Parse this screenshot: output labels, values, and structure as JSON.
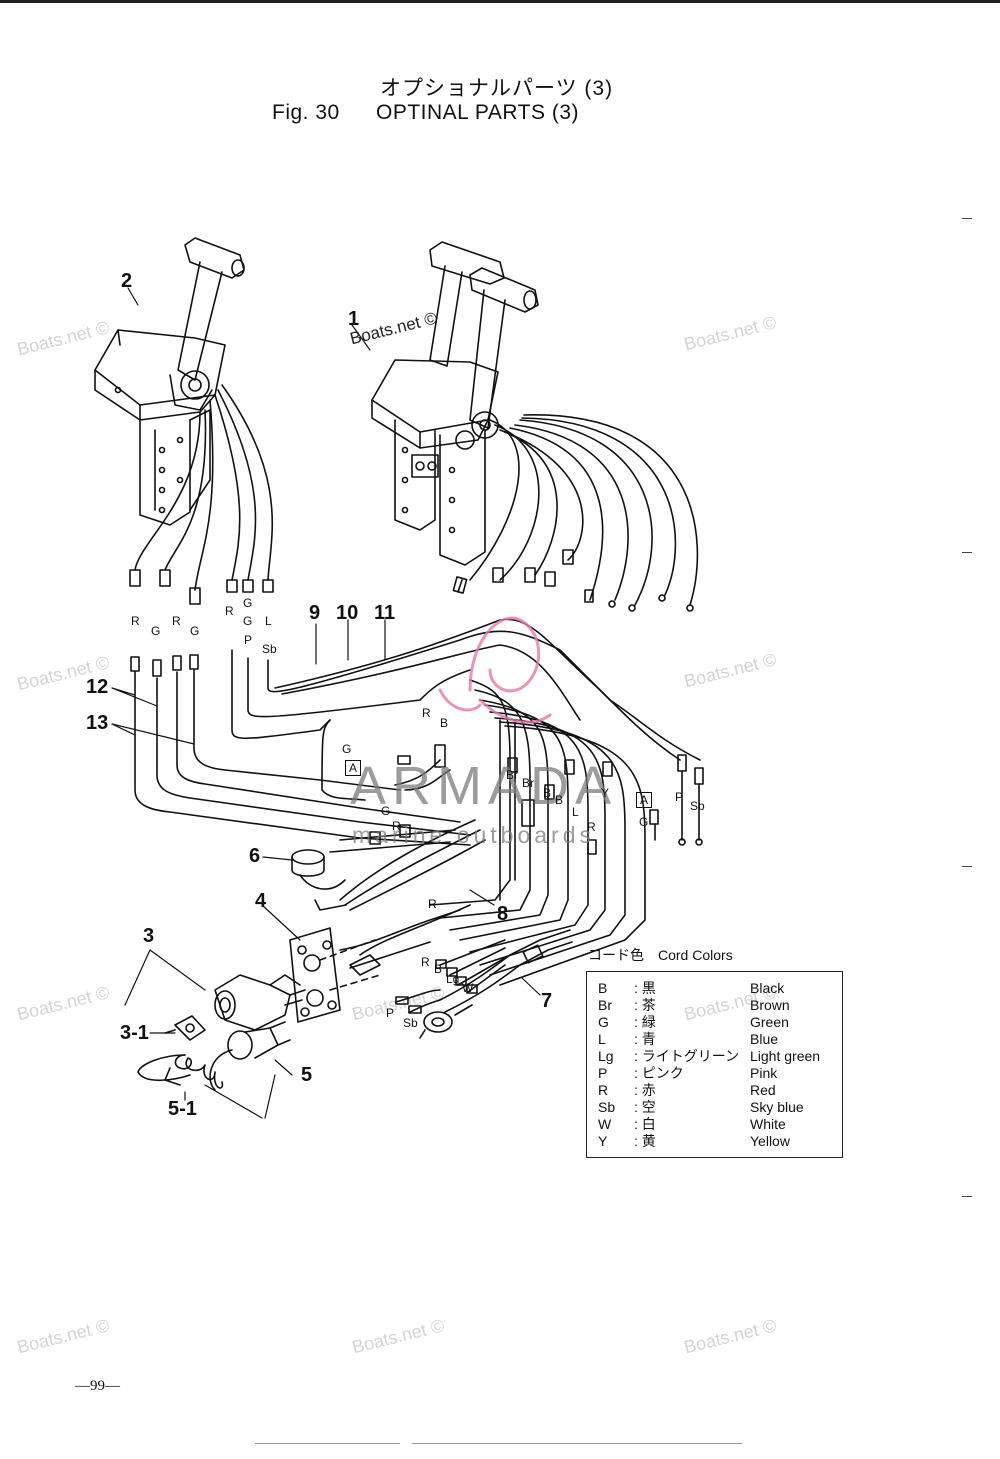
{
  "header": {
    "title_jp": "オプショナルパーツ (3)",
    "fig_label": "Fig. 30",
    "title_en": "OPTINAL PARTS (3)"
  },
  "watermarks": {
    "text": "Boats.net ©",
    "armada": "ARMADA",
    "armada_sub": "marine outboards"
  },
  "callouts": {
    "c1": "1",
    "c2": "2",
    "c3": "3",
    "c3_1": "3-1",
    "c4": "4",
    "c5": "5",
    "c5_1": "5-1",
    "c6": "6",
    "c7": "7",
    "c8": "8",
    "c9": "9",
    "c10": "10",
    "c11": "11",
    "c12": "12",
    "c13": "13"
  },
  "wire_labels": {
    "left_r1": "R",
    "left_g1": "G",
    "left_r2": "R",
    "left_g2": "G",
    "mid_r": "R",
    "mid_g": "G",
    "mid_g2": "G",
    "mid_p": "P",
    "mid_l": "L",
    "mid_sb": "Sb",
    "conn_g": "G",
    "box_a1": "A",
    "conn_r1": "R",
    "conn_b1": "B",
    "br1": "Br",
    "br2": "Br",
    "b_a": "B",
    "b_b": "B",
    "l_a": "L",
    "y_a": "Y",
    "r_a": "R",
    "box_a2": "A",
    "g_b": "G",
    "p_a": "P",
    "sb_a": "Sb",
    "g_bottom": "G",
    "r_bottom": "R",
    "r_cable": "R",
    "h_r": "R",
    "h_b": "B",
    "h_lg": "Lg",
    "h_w": "W",
    "h_p": "P",
    "h_sb": "Sb"
  },
  "legend": {
    "title": "コード色　Cord Colors",
    "rows": [
      {
        "code": "B",
        "jp": ": 黒",
        "en": "Black"
      },
      {
        "code": "Br",
        "jp": ": 茶",
        "en": "Brown"
      },
      {
        "code": "G",
        "jp": ": 緑",
        "en": "Green"
      },
      {
        "code": "L",
        "jp": ": 青",
        "en": "Blue"
      },
      {
        "code": "Lg",
        "jp": ": ライトグリーン",
        "en": "Light green"
      },
      {
        "code": "P",
        "jp": ": ピンク",
        "en": "Pink"
      },
      {
        "code": "R",
        "jp": ": 赤",
        "en": "Red"
      },
      {
        "code": "Sb",
        "jp": ": 空",
        "en": "Sky blue"
      },
      {
        "code": "W",
        "jp": ": 白",
        "en": "White"
      },
      {
        "code": "Y",
        "jp": ": 黄",
        "en": "Yellow"
      }
    ]
  },
  "page_number": "—99—",
  "colors": {
    "ink": "#111111",
    "watermark": "#d3d3d3",
    "logo_pink": "#e07aa8",
    "logo_grey": "#7c7c7c"
  }
}
